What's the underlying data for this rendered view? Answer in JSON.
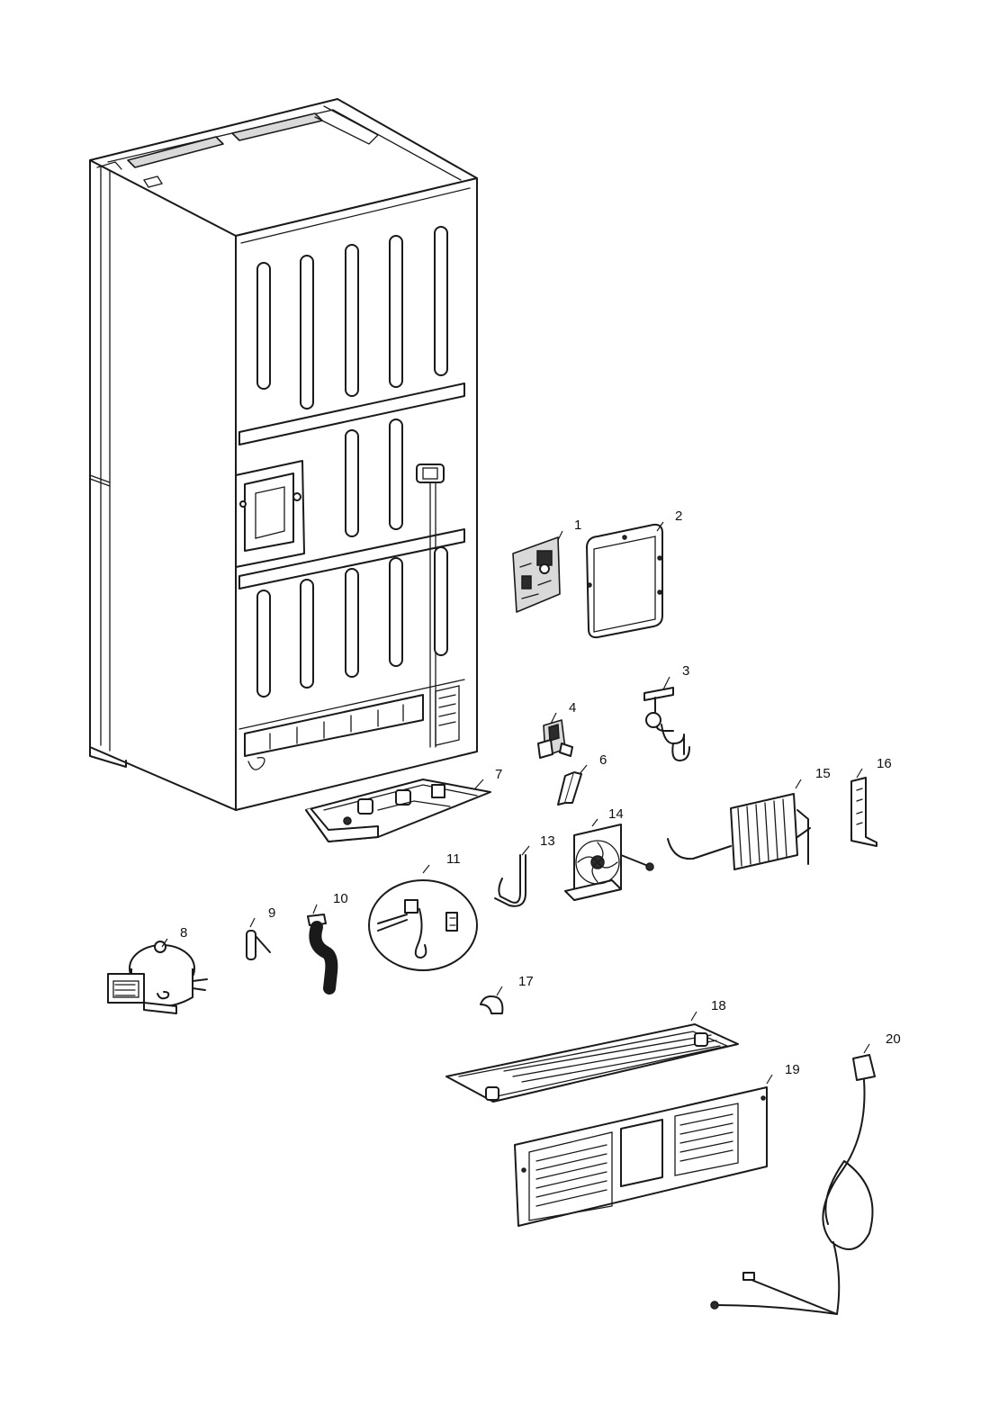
{
  "diagram": {
    "callouts": [
      {
        "id": "callout-1",
        "text": "1"
      },
      {
        "id": "callout-2",
        "text": "2"
      },
      {
        "id": "callout-3",
        "text": "3"
      },
      {
        "id": "callout-4",
        "text": "4"
      },
      {
        "id": "callout-6",
        "text": "6"
      },
      {
        "id": "callout-7",
        "text": "7"
      },
      {
        "id": "callout-8",
        "text": "8"
      },
      {
        "id": "callout-9",
        "text": "9"
      },
      {
        "id": "callout-10",
        "text": "10"
      },
      {
        "id": "callout-11",
        "text": "11"
      },
      {
        "id": "callout-13",
        "text": "13"
      },
      {
        "id": "callout-14",
        "text": "14"
      },
      {
        "id": "callout-15",
        "text": "15"
      },
      {
        "id": "callout-16",
        "text": "16"
      },
      {
        "id": "callout-17",
        "text": "17"
      },
      {
        "id": "callout-18",
        "text": "18"
      },
      {
        "id": "callout-19",
        "text": "19"
      },
      {
        "id": "callout-20",
        "text": "20"
      }
    ]
  }
}
